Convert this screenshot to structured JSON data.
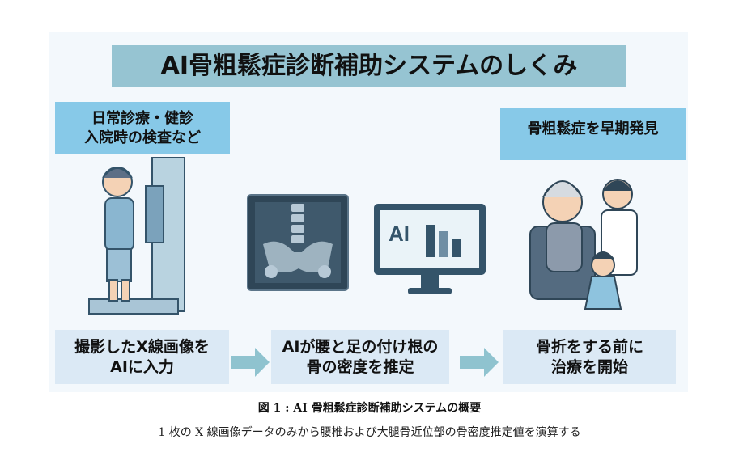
{
  "title": "AI骨粗鬆症診断補助システムのしくみ",
  "top_left": {
    "line1": "日常診療・健診",
    "line2": "入院時の検査など"
  },
  "top_right": {
    "line1": "骨粗鬆症を早期発見"
  },
  "steps": [
    {
      "line1": "撮影したX線画像を",
      "line2": "AIに入力"
    },
    {
      "line1": "AIが腰と足の付け根の",
      "line2": "骨の密度を推定"
    },
    {
      "line1": "骨折をする前に",
      "line2": "治療を開始"
    }
  ],
  "monitor_label": "AI",
  "caption": {
    "title": "図 1 : AI 骨粗鬆症診断補助システムの概要",
    "subtitle": "1 枚の X 線画像データのみから腰椎および大腿骨近位部の骨密度推定値を演算する"
  },
  "colors": {
    "title_bg": "#96c4d2",
    "label_bg": "#87c9e8",
    "step_bg": "#dbe9f5",
    "arrow": "#8fc3cf"
  }
}
